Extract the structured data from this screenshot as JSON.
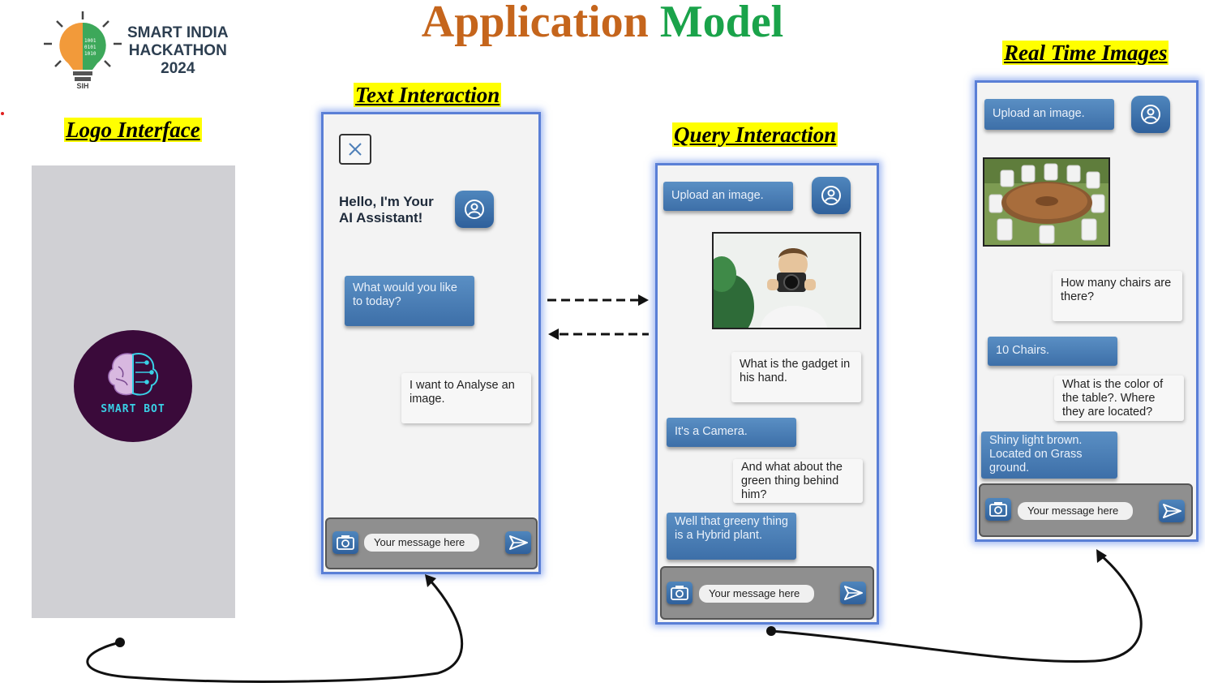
{
  "title": {
    "part1": "Application",
    "part2": "Model"
  },
  "colors": {
    "title_part1": "#c5651c",
    "title_part2": "#1aa34a",
    "label_highlight": "#ffff00",
    "bubble_blue": "#3d6fa8",
    "phone_border": "#5a7fd6"
  },
  "sih_logo": {
    "line1": "SMART INDIA",
    "line2": "HACKATHON",
    "line3": "2024",
    "badge": "SIH"
  },
  "sections": {
    "logo_interface": "Logo Interface",
    "text_interaction": "Text Interaction",
    "query_interaction": "Query Interaction",
    "real_time_images": "Real Time Images"
  },
  "smartbot": {
    "label": "SMART BOT"
  },
  "text_phone": {
    "greeting": "Hello, I'm Your AI Assistant!",
    "bot_message": "What would you like to today?",
    "user_message": "I want to Analyse an image.",
    "input_placeholder": "Your message here"
  },
  "query_phone": {
    "upload_label": "Upload an image.",
    "user_q1": "What is the gadget in his hand.",
    "bot_a1": "It's a Camera.",
    "user_q2": "And what about the green thing behind him?",
    "bot_a2": "Well that greeny thing is a Hybrid plant.",
    "input_placeholder": "Your message here"
  },
  "realtime_phone": {
    "upload_label": "Upload an image.",
    "user_q1": "How many chairs are there?",
    "bot_a1": "10 Chairs.",
    "user_q2": "What is the color of the table?. Where they are located?",
    "bot_a2": "Shiny light brown. Located on Grass ground.",
    "input_placeholder": "Your message here"
  },
  "icons": [
    "close-icon",
    "user-icon",
    "camera-icon",
    "send-icon",
    "arrow-right-icon",
    "arrow-left-icon",
    "curved-arrow-icon"
  ]
}
